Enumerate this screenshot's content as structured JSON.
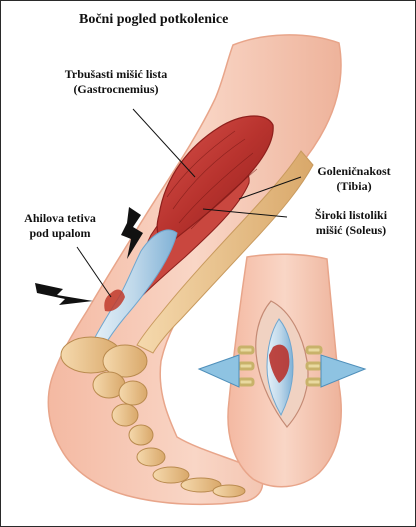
{
  "title": "Bočni pogled potkolenice",
  "labels": {
    "gastrocnemius": {
      "line1": "Trbušasti mišić lista",
      "line2": "(Gastrocnemius)"
    },
    "tibia": {
      "line1": "Goleničnakost",
      "line2": "(Tibia)"
    },
    "soleus": {
      "line1": "Široki listoliki",
      "line2": "mišić  (Soleus)"
    },
    "achilles": {
      "line1": "Ahilova tetiva",
      "line2": "pod upalom"
    }
  },
  "colors": {
    "skin": "#f6c9b4",
    "skin_shadow": "#eaa98f",
    "bone": "#f0cc97",
    "bone_shadow": "#d9a86a",
    "muscle": "#b8332e",
    "muscle_dark": "#8e1f1c",
    "tendon": "#bfd8ea",
    "tendon_dark": "#6ea6cf",
    "lightning": "#111111"
  }
}
